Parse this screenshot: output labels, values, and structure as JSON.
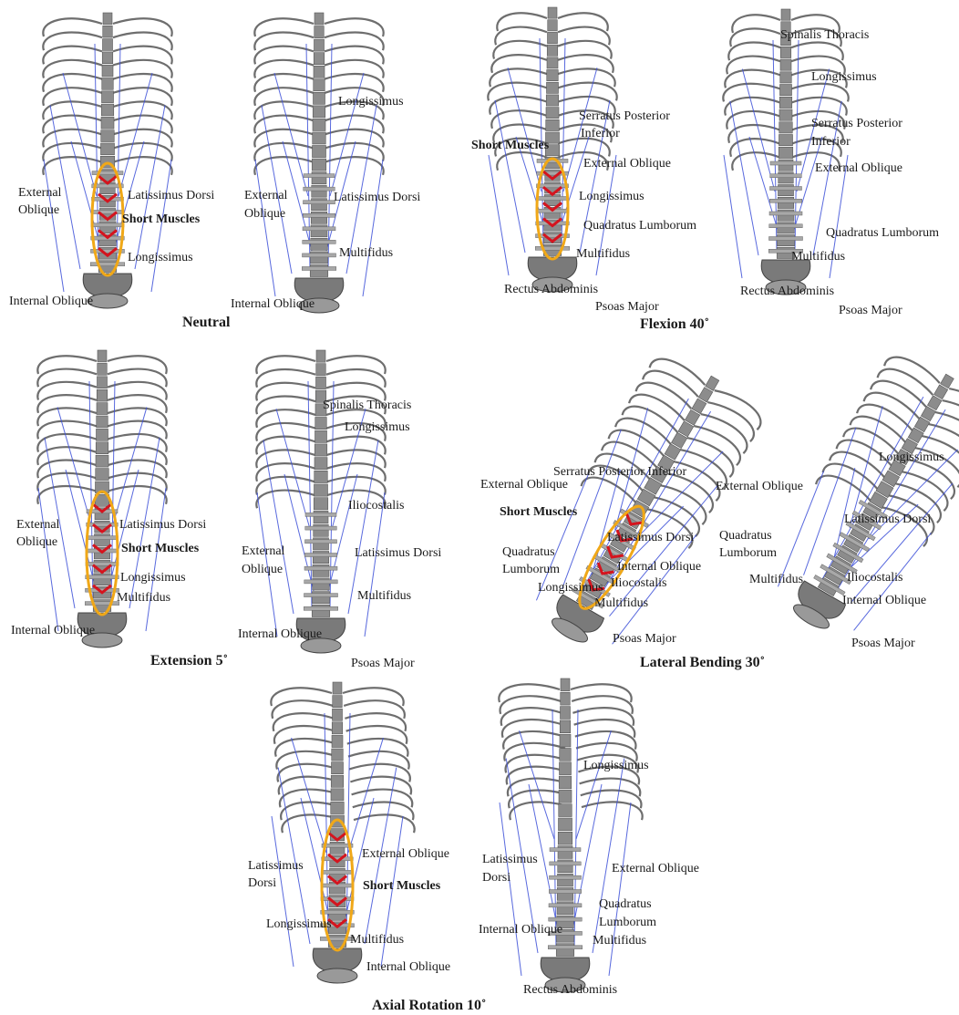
{
  "captions": {
    "neutral": "Neutral",
    "flexion": "Flexion 40˚",
    "extension": "Extension 5˚",
    "lateral": "Lateral Bending 30˚",
    "axial": "Axial Rotation 10˚"
  },
  "muscles": {
    "short": "Short Muscles",
    "ext_oblique_l1": "External",
    "ext_oblique_l2": "Oblique",
    "external_oblique": "External Oblique",
    "latissimus": "Latissimus Dorsi",
    "latissimus_l1": "Latissimus",
    "latissimus_l2": "Dorsi",
    "longissimus": "Longissimus",
    "internal_oblique": "Internal Oblique",
    "multifidus": "Multifidus",
    "spinalis": "Spinalis Thoracis",
    "serratus_l1": "Serratus Posterior",
    "serratus_l2": "Inferior",
    "serratus_full": "Serratus Posterior Inferior",
    "quadratus": "Quadratus Lumborum",
    "quadratus_l1": "Quadratus",
    "quadratus_l2": "Lumborum",
    "rectus": "Rectus Abdominis",
    "psoas": "Psoas Major",
    "iliocostalis": "Iliocostalis"
  },
  "colors": {
    "rib": "#6e6e6e",
    "vertebra": "#8c8c8c",
    "pelvis": "#7a7a7a",
    "muscle_line": "#3c4fd8",
    "short_muscle": "#d4141e",
    "highlight_ellipse": "#f0a818",
    "text": "#1a1a1a"
  }
}
